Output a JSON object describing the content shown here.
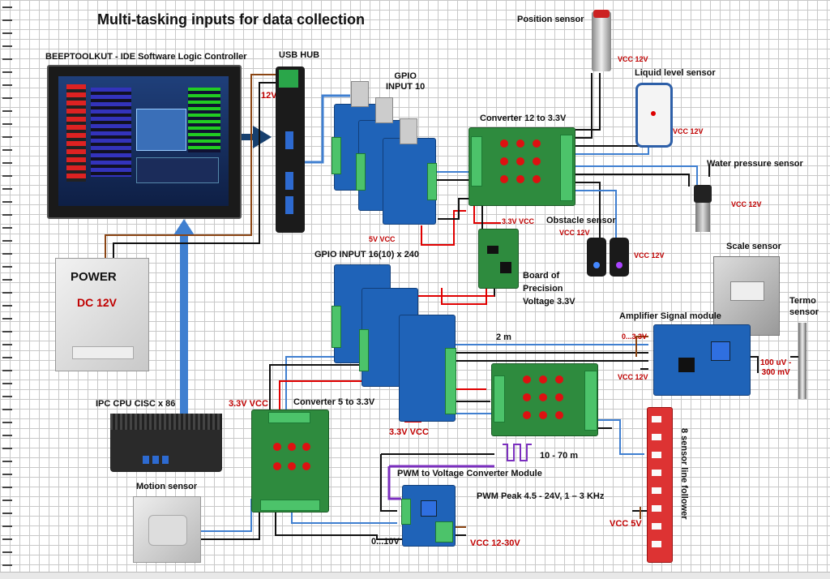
{
  "title": "Multi-tasking inputs for data collection",
  "labels": {
    "controller": "BEEPTOOLKUT - IDE Software Logic Controller",
    "usb_hub": "USB HUB",
    "gpio10": "GPIO\nINPUT 10",
    "gpio16": "GPIO INPUT 16(10) x 240",
    "power_dc": "DC 12V",
    "power_brand": "POWER",
    "v12_ctrl": "12V",
    "ipc": "IPC CPU CISC x 86",
    "motion": "Motion sensor",
    "conv5": "Converter 5 to 3.3V",
    "v33_left": "3.3V VCC",
    "v33_mid": "3.3V VCC",
    "v5_gpio": "5V VCC",
    "conv12": "Converter 12 to 3.3V",
    "v33_board": "3.3V VCC",
    "board_prec": "Board of\nPrecision\nVoltage 3.3V",
    "position": "Position sensor",
    "vcc12_pos": "VCC 12V",
    "liquid": "Liquid level sensor",
    "vcc12_liq": "VCC 12V",
    "water": "Water pressure sensor",
    "vcc12_water": "VCC 12V",
    "obstacle": "Obstacle sensor",
    "vcc12_obs_a": "VCC 12V",
    "vcc12_obs_b": "VCC 12V",
    "scale": "Scale sensor",
    "termo": "Termo\nsensor",
    "amp": "Amplifier Signal module",
    "amp_range": "0...3.3V",
    "amp_in": "100 uV -\n300 mV",
    "vcc12_amp": "VCC 12V",
    "dist2m": "2 m",
    "dist10": "10 - 70 m",
    "pwm_mod": "PWM to Voltage Converter Module",
    "pwm_peak": "PWM Peak 4.5 - 24V, 1 – 3 KHz",
    "out010": "0...10V",
    "vcc1230": "VCC  12-30V",
    "line_follower": "8 sensor line follower",
    "vcc5": "VCC 5V"
  },
  "colors": {
    "wire_red": "#e00000",
    "wire_blue": "#3f7fd0",
    "wire_black": "#111111",
    "wire_brown": "#8b4513",
    "accent_red": "#c00000"
  }
}
